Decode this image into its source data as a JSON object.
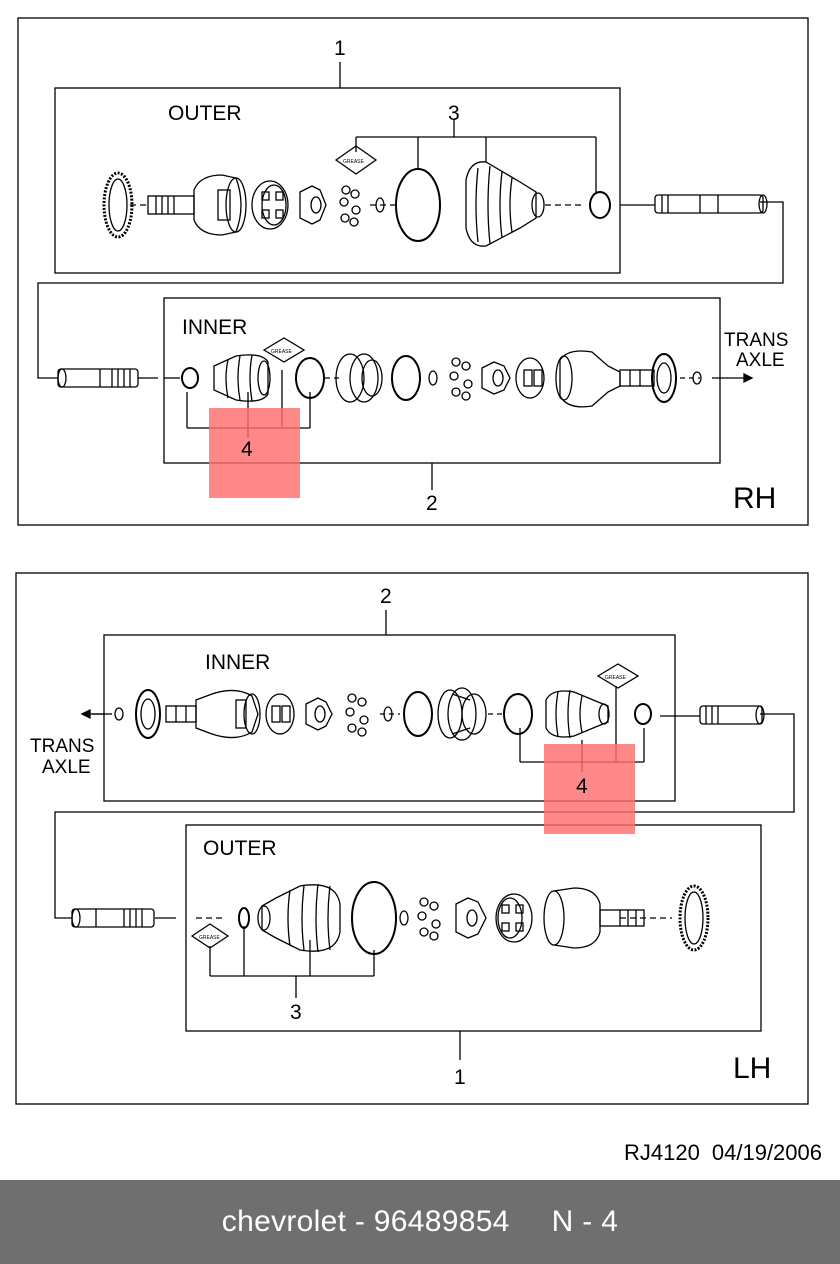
{
  "panels": {
    "rh": {
      "side_label": "RH",
      "outer_title": "OUTER",
      "inner_title": "INNER",
      "trans_line1": "TRANS",
      "trans_line2": "AXLE",
      "callout_outer": "1",
      "callout_inner": "2",
      "callout_outer_kit": "3",
      "callout_inner_kit": "4"
    },
    "lh": {
      "side_label": "LH",
      "outer_title": "OUTER",
      "inner_title": "INNER",
      "trans_line1": "TRANS",
      "trans_line2": "AXLE",
      "callout_outer": "1",
      "callout_inner": "2",
      "callout_outer_kit": "3",
      "callout_inner_kit": "4"
    }
  },
  "grease_label": "GREASE",
  "highlight_color": "#ff6f6f",
  "reference": {
    "code": "RJ4120",
    "date": "04/19/2006"
  },
  "footer": {
    "brand_part": "chevrolet - 96489854",
    "page": "N - 4"
  }
}
